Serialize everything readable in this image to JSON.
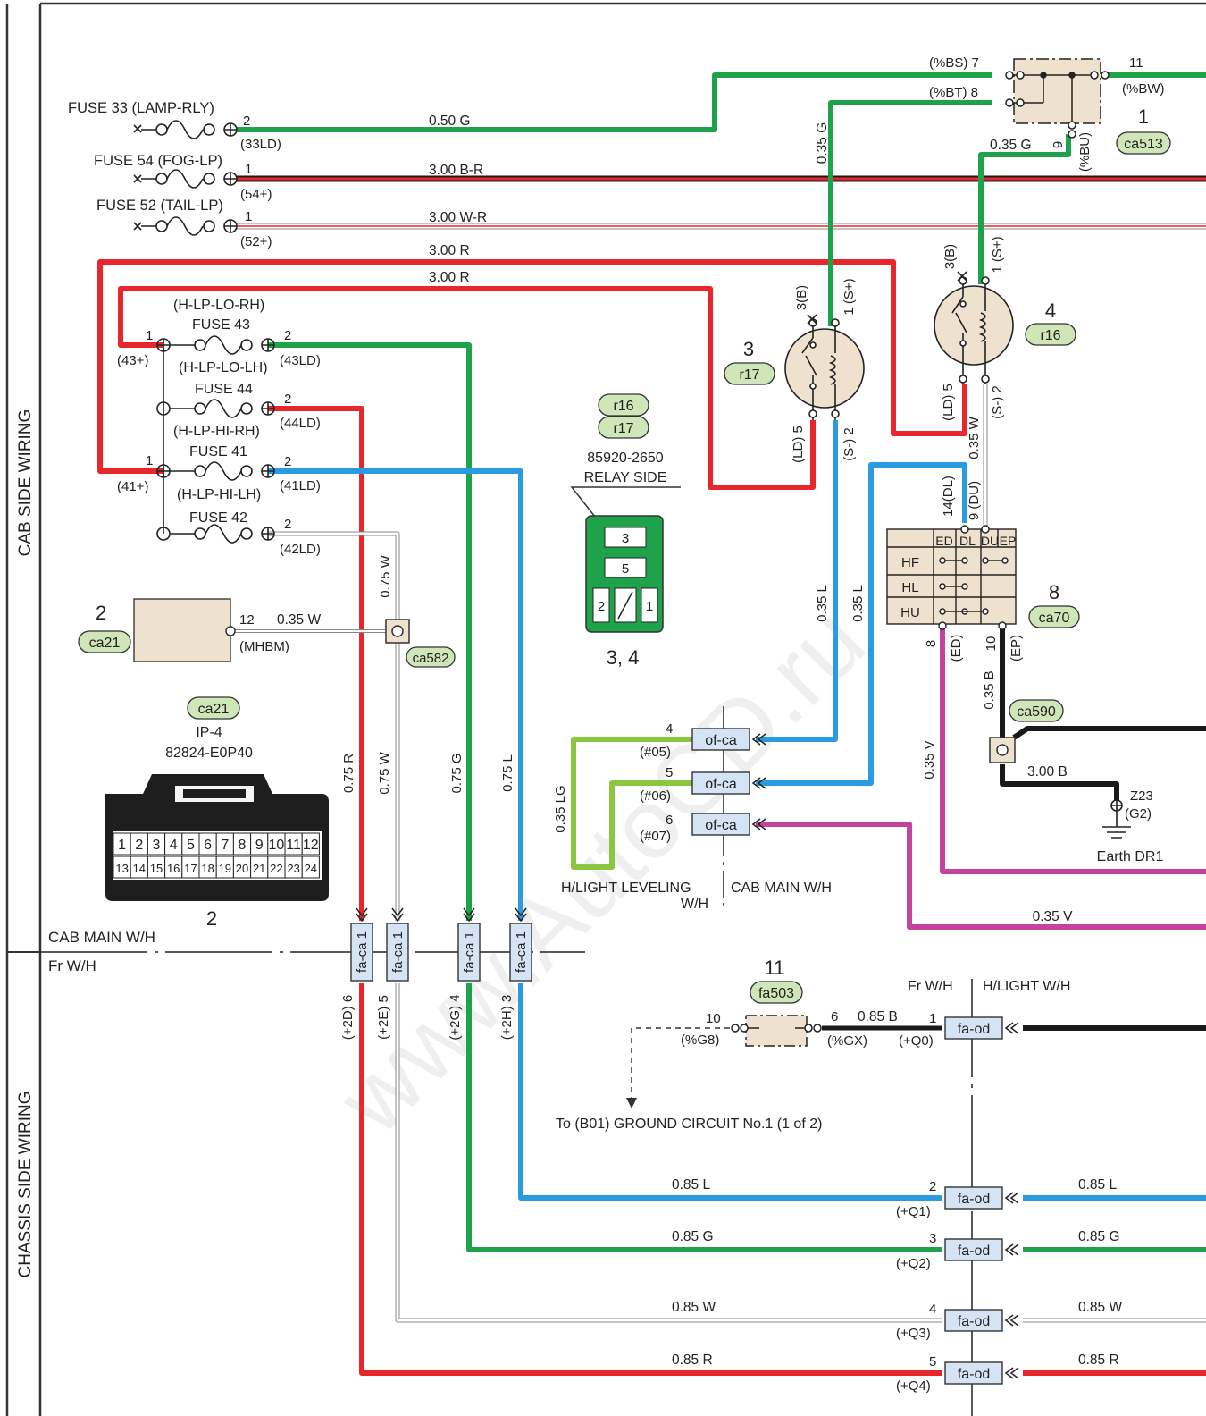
{
  "sections": {
    "cab_side": "CAB SIDE WIRING",
    "chassis_side": "CHASSIS SIDE WIRING",
    "cab_main_wh": "CAB MAIN W/H",
    "fr_wh": "Fr W/H"
  },
  "fuses": [
    {
      "name": "FUSE 33 (LAMP-RLY)",
      "pin": "2",
      "terminal": "(33LD)",
      "wire": "0.50 G"
    },
    {
      "name": "FUSE 54 (FOG-LP)",
      "pin": "1",
      "terminal": "(54+)",
      "wire": "3.00 B-R"
    },
    {
      "name": "FUSE 52 (TAIL-LP)",
      "pin": "1",
      "terminal": "(52+)",
      "wire": "3.00 W-R"
    }
  ],
  "red_feed": {
    "wire_top": "3.00 R",
    "wire_second": "3.00 R",
    "in_43": "(43+)",
    "in_41": "(41+)",
    "pin1a": "1",
    "pin1b": "1"
  },
  "lamp_fuses": [
    {
      "circuit": "(H-LP-LO-RH)",
      "fuse": "FUSE 43",
      "pin": "2",
      "terminal": "(43LD)"
    },
    {
      "circuit": "(H-LP-LO-LH)",
      "fuse": "FUSE 44",
      "pin": "2",
      "terminal": "(44LD)"
    },
    {
      "circuit": "(H-LP-HI-RH)",
      "fuse": "FUSE 41",
      "pin": "2",
      "terminal": "(41LD)"
    },
    {
      "circuit": "(H-LP-HI-LH)",
      "fuse": "FUSE 42",
      "pin": "2",
      "terminal": "(42LD)"
    }
  ],
  "component2": {
    "num": "2",
    "code": "ca21",
    "pin": "12",
    "wire": "0.35 W",
    "terminal": "(MHBM)"
  },
  "ca582": {
    "code": "ca582"
  },
  "connector_ca21": {
    "code": "ca21",
    "name": "IP-4",
    "part": "82824-E0P40",
    "num": "2",
    "pins_top": [
      "1",
      "2",
      "3",
      "4",
      "5",
      "6",
      "7",
      "8",
      "9",
      "10",
      "11",
      "12"
    ],
    "pins_bottom": [
      "13",
      "14",
      "15",
      "16",
      "17",
      "18",
      "19",
      "20",
      "21",
      "22",
      "23",
      "24"
    ]
  },
  "relay_legend": {
    "codes": [
      "r16",
      "r17"
    ],
    "part": "85920-2650",
    "side": "RELAY SIDE",
    "pins": [
      "3",
      "5",
      "2",
      "1"
    ],
    "caption": "3, 4"
  },
  "relay3": {
    "num": "3",
    "code": "r17",
    "p3": "3(B)",
    "p1": "1 (S+)",
    "p5": "(LD) 5",
    "p2": "(S-) 2"
  },
  "relay4": {
    "num": "4",
    "code": "r16",
    "p3": "3(B)",
    "p1": "1 (S+)",
    "p5": "(LD) 5",
    "p2": "(S-) 2"
  },
  "comp1": {
    "num": "1",
    "code": "ca513",
    "bs": "(%BS) 7",
    "bt": "(%BT) 8",
    "p11": "11",
    "bw": "(%BW)",
    "p9": "9",
    "bu": "(%BU)",
    "wire_in": "0.35 G",
    "wire_relay": "0.35 G"
  },
  "comp8": {
    "num": "8",
    "code": "ca70",
    "dl": "14(DL)",
    "du": "9 (DU)",
    "wire_du": "0.35 W",
    "cols": [
      "ED",
      "DL",
      "DU",
      "EP"
    ],
    "rows": [
      "HF",
      "HL",
      "HU"
    ],
    "p8": "8",
    "ed": "(ED)",
    "p10": "10",
    "ep": "(EP)"
  },
  "ca590": {
    "code": "ca590",
    "wire1": "0.35 B",
    "wire2": "3.00 B",
    "earth": "Earth DR1",
    "z23": "Z23",
    "g2": "(G2)"
  },
  "vertical_wires": {
    "l1": "0.35 L",
    "l2": "0.35 L",
    "w75": "0.75 W",
    "r": "0.75 R",
    "w": "0.75 W",
    "g": "0.75 G",
    "l": "0.75 L",
    "v": "0.35 V",
    "lg": "0.35 LG",
    "v2": "0.35 V"
  },
  "of_ca": [
    {
      "pin": "4",
      "alt": "(#05)",
      "label": "of-ca"
    },
    {
      "pin": "5",
      "alt": "(#06)",
      "label": "of-ca"
    },
    {
      "pin": "6",
      "alt": "(#07)",
      "label": "of-ca"
    }
  ],
  "harness_split": {
    "left": "H/LIGHT LEVELING",
    "left2": "W/H",
    "right": "CAB MAIN W/H"
  },
  "fa_ca": [
    {
      "label": "fa-ca 1",
      "pin": "(+2D) 6"
    },
    {
      "label": "fa-ca 1",
      "pin": "(+2E) 5"
    },
    {
      "label": "fa-ca 1",
      "pin": "(+2G) 4"
    },
    {
      "label": "fa-ca 1",
      "pin": "(+2H) 3"
    }
  ],
  "fa503": {
    "num": "11",
    "code": "fa503",
    "p10": "10",
    "g8": "(%G8)",
    "p6": "6",
    "gx": "(%GX)",
    "wire": "0.85 B",
    "ground": "To (B01) GROUND CIRCUIT No.1 (1 of 2)"
  },
  "fa_od_header": {
    "left": "Fr W/H",
    "right": "H/LIGHT W/H"
  },
  "fa_od": [
    {
      "pin": "1",
      "alt": "(+Q0)",
      "label": "fa-od",
      "wire_left": "",
      "wire_right": ""
    },
    {
      "pin": "2",
      "alt": "(+Q1)",
      "label": "fa-od",
      "wire_left": "0.85 L",
      "wire_right": "0.85 L"
    },
    {
      "pin": "3",
      "alt": "(+Q2)",
      "label": "fa-od",
      "wire_left": "0.85 G",
      "wire_right": "0.85 G"
    },
    {
      "pin": "4",
      "alt": "(+Q3)",
      "label": "fa-od",
      "wire_left": "0.85 W",
      "wire_right": "0.85 W"
    },
    {
      "pin": "5",
      "alt": "(+Q4)",
      "label": "fa-od",
      "wire_left": "0.85 R",
      "wire_right": "0.85 R"
    }
  ],
  "watermark": "www.AutoCD.ru"
}
